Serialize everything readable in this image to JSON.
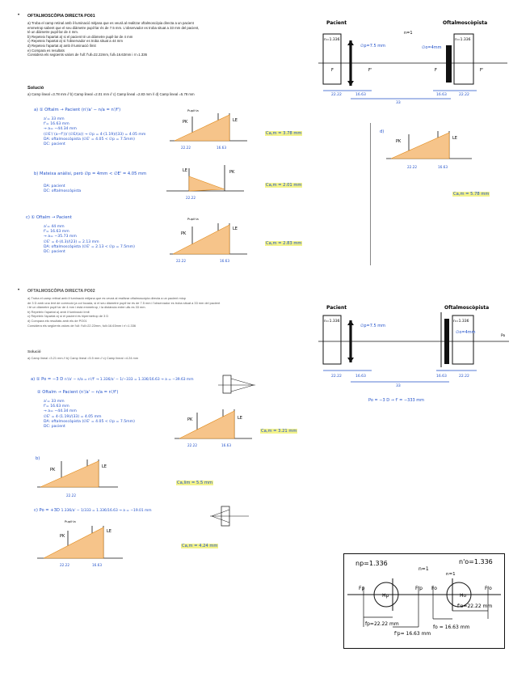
{
  "section1": {
    "bullet": "•",
    "title": "OFTALMOSCÒPIA DIRECTA PO01",
    "items": [
      "a)   Troba el camp retinal amb il·luminació mitjana que es veurà al realitzar oftalmoscòpia directa a un pacient",
      "       emmetrop sabent que el seu diàmetre pupil·lar és de 7.5 mm. L'observador es troba situat a 33 mm del pacient,",
      "       té un diàmetre pupil·lar de 4 mm.",
      "b)    Repeteix l'apartat a) si el pacient té un diàmetre pupil·lar de 4 mm",
      "c)    Repeteix l'apartat a) si l'observador es troba situat a 44 mm",
      "d)    Repeteix l'apartat a) amb il·luminació límit",
      "e)    Compara es resultats",
      "Considera els següents valors de l'ull: f'ull=22.22mm, full=16.63mm i n'=1.336"
    ],
    "solution_heading": "Solució",
    "solution_line": "a) Camp lineal =3.78 mm // b) Camp lineal =2.01 mm // c) Camp lineal =2.83 mm // d) Camp lineal =5.78 mm",
    "diagram": {
      "left_label": "Pacient",
      "right_label": "Oftalmoscòpista",
      "n_label": "n=1",
      "left_box_n": "n=1.336",
      "right_box_n": "n=1.336",
      "left_pupil": "∅p=7.5 mm",
      "right_pupil": "∅o=4mm",
      "f_left": "F",
      "f_left2": "F'",
      "f_right": "F",
      "f_right2": "F'",
      "dim1": "22.22",
      "dim2": "16.63",
      "dim3": "16.63",
      "dim4": "22.22",
      "dim_total": "33"
    },
    "work_a": {
      "head": "a) ① Oftalm → Pacient",
      "formula": "(n'/a' − n/a = n'/f')",
      "lines": [
        "a'= 33 mm",
        "f'= 16.63 mm",
        "→ a= −44.34 mm",
        "(∅E'/ (a−f'))/ (∅E/(a)) → ∅p = 4·(1.19)/(33) = 4.05 mm"
      ],
      "da": "DA: oftalmoscòpista (∅E' = 4.05 < ∅p = 7.5mm)",
      "dc": "DC: pacient",
      "result": "Ca,m = 3.78 mm"
    },
    "work_b": {
      "head": "b) Mateixa anàlisi, però ∅p = 4mm < ∅E' = 4.05 mm",
      "da": "DA: pacient",
      "dc": "DC: oftalmoscòpista",
      "result": "Ca,m = 2.01 mm"
    },
    "work_c": {
      "head": "c) ① Oftalm → Pacient",
      "lines": [
        "a'= 44 mm",
        "f'= 16.63 mm",
        "→ a= −35.73 mm",
        "∅E' = 4·(4.3)/(23) = 2.13 mm"
      ],
      "da": "DA: oftalmoscòpista (∅E' = 2.13 < ∅p = 7.5mm)",
      "dc": "DC: pacient",
      "result": "Ca,m = 2.83 mm"
    },
    "work_d": {
      "head": "d)",
      "result": "Ca,m = 5.78 mm"
    }
  },
  "section2": {
    "bullet": "•",
    "title": "OFTALMOSCÒPIA DIRECTA PO02",
    "items": [
      "a)   Troba el camp retinal amb il·luminació mitjana que es veurà al realitzar oftalmoscòpia directa a un pacient miop",
      "       de 3 D amb una lent de correcció ja col·locada, si el seu diàmetre pupil·lar és de 7.5 mm i l'observador es troba situat a 33 mm del pacient",
      "       i té un diàmetre pupil·lar de 4 mm i està emmetrop, i la distància entre ulls es 33 mm.",
      "b)    Repeteix l'apartat a) amb il·luminació límit",
      "c)    Repeteix l'apartat a) si el pacient és hipermetrop de 3 D",
      "d)    Compara els resultats amb els de PO01",
      "Considera els següents valors de l'ull: f'ull=22.22mm, full=16.63mm i n'=1.336"
    ],
    "solution_heading": "Solució",
    "solution_line": "a) Camp lineal =3.21 mm // b) Camp lineal =5.5 mm // c) Camp lineal =4.24 mm",
    "diagram": {
      "left_label": "Pacient",
      "right_label": "Oftalmoscòpista",
      "left_box_n": "n=1.336",
      "right_box_n": "n=1.336",
      "left_pupil": "∅p=7.5 mm",
      "right_pupil": "∅o=4mm",
      "dim1": "22.22",
      "dim2": "16.63",
      "dim3": "16.63",
      "dim4": "22.22",
      "dim_total": "33",
      "extra": "Po = −3 D → f' = −333 mm",
      "right_note": "Po"
    },
    "work_a": {
      "head": "a) ① Po = −3 D",
      "eq": "n'/a' − n/a = n'/f' → 1.336/a' − 1/−333 = 1.336/16.63 → a = −39.63 mm",
      "head2": "② Oftalm → Pacient",
      "formula": "(n'/a' − n/a = n'/f')",
      "lines": [
        "a'= 33 mm",
        "f'= 16.63 mm",
        "→ a= −44.34 mm",
        "∅E' = 4·(1.19)/(33) = 4.05 mm"
      ],
      "da": "DA: oftalmoscòpista (∅E' = 4.05 < ∅p = 7.5mm)",
      "dc": "DC: pacient",
      "result": "Ca,m = 3.21 mm"
    },
    "work_b": {
      "head": "b)",
      "result": "Ca,lim = 5.5 mm"
    },
    "work_c": {
      "head": "c) Po = +3D",
      "eq": "1.336/a' − 1/333 = 1.336/16.63 → a = −19.01 mm",
      "result": "Ca,m = 4.24 mm"
    }
  },
  "sketch": {
    "np": "np=1.336",
    "nair": "n=1",
    "no": "n'o=1.336",
    "n4": "n=1",
    "fp": "Fp",
    "fp2": "F'p",
    "fo": "Fo",
    "fo2": "F'o",
    "hp": "Hp",
    "ho": "Ho",
    "left_dim": "fp=22.22 mm",
    "mid_dim": "f'p= 16.63 mm",
    "right_dim": "fo = 16.63 mm",
    "right_dim2": "f'o=22.22 mm"
  },
  "common": {
    "pupil_label": "Pupil·la",
    "pk": "PK",
    "le": "LE",
    "hw_dim_22": "22.22",
    "hw_dim_16": "16.63",
    "hw_dim_33": "33"
  },
  "colors": {
    "ink_blue": "#1f4fc9",
    "highlight": "#f3f38a",
    "orange": "#e08a1a"
  }
}
